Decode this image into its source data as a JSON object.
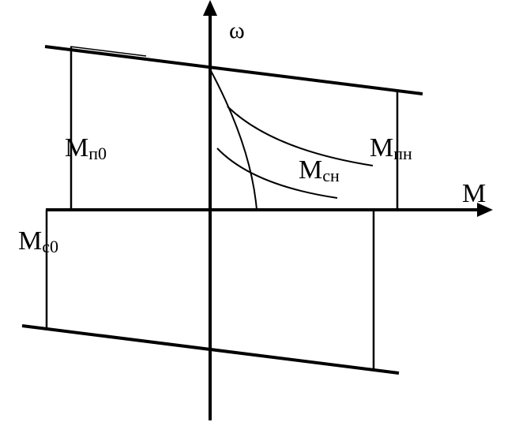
{
  "axes": {
    "x_label": "M",
    "y_label": "ω"
  },
  "labels": {
    "m_p0": {
      "main": "M",
      "sub": "п0"
    },
    "m_pn": {
      "main": "M",
      "sub": "пн"
    },
    "m_sn": {
      "main": "M",
      "sub": "сн"
    },
    "m_s0": {
      "main": "M",
      "sub": "с0"
    }
  },
  "colors": {
    "stroke": "#000000",
    "background": "#ffffff"
  }
}
